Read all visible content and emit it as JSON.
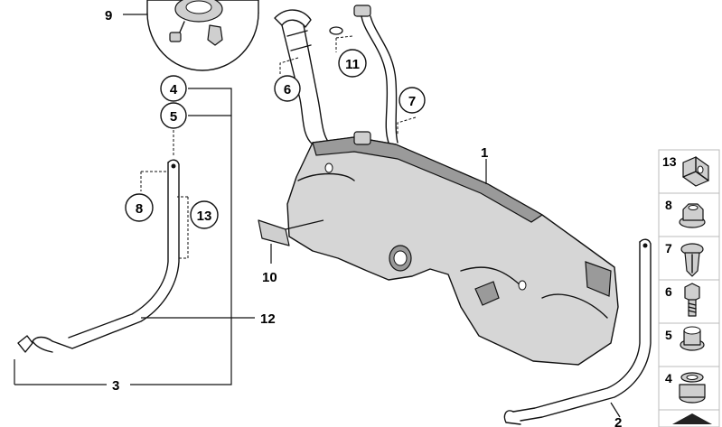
{
  "callouts": {
    "c1": "1",
    "c2": "2",
    "c3": "3",
    "c4": "4",
    "c5": "5",
    "c6": "6",
    "c7": "7",
    "c8": "8",
    "c9": "9",
    "c10": "10",
    "c11": "11",
    "c12": "12",
    "c13": "13"
  },
  "side_parts": [
    {
      "number": "13",
      "icon": "clip-nut-icon"
    },
    {
      "number": "8",
      "icon": "hex-nut-icon"
    },
    {
      "number": "7",
      "icon": "expansion-rivet-icon"
    },
    {
      "number": "6",
      "icon": "hex-bolt-icon"
    },
    {
      "number": "5",
      "icon": "rubber-bushing-icon"
    },
    {
      "number": "4",
      "icon": "rubber-grommet-icon"
    },
    {
      "number": "",
      "icon": "arrow-tab-icon"
    }
  ]
}
